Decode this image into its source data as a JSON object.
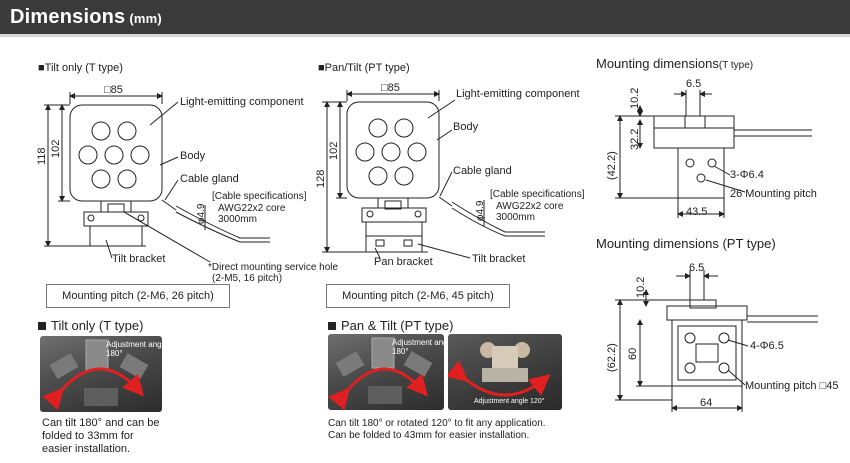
{
  "header": {
    "title": "Dimensions",
    "unit": "(mm)"
  },
  "left_diagram": {
    "title": "■Tilt only (T type)",
    "width_label": "□85",
    "height_outer": "118",
    "height_inner": "102",
    "light_label": "Light-emitting component",
    "body_label": "Body",
    "gland_label": "Cable gland",
    "cable_dia": "φ4.9",
    "cable_spec_title": "[Cable specifications]",
    "cable_spec_core": "AWG22x2 core",
    "cable_spec_len": "3000mm",
    "bracket_label": "Tilt bracket",
    "direct_note_1": "*Direct mounting service hole",
    "direct_note_2": "(2-M5, 16 pitch)",
    "pitch_box": "Mounting pitch (2-M6, 26 pitch)"
  },
  "mid_diagram": {
    "title": "■Pan/Tilt (PT type)",
    "width_label": "□85",
    "height_outer": "128",
    "height_inner": "102",
    "light_label": "Light-emitting component",
    "body_label": "Body",
    "gland_label": "Cable gland",
    "cable_dia": "φ4.9",
    "cable_spec_title": "[Cable specifications]",
    "cable_spec_core": "AWG22x2 core",
    "cable_spec_len": "3000mm",
    "pan_label": "Pan bracket",
    "tilt_label": "Tilt bracket",
    "pitch_box": "Mounting pitch (2-M6, 45 pitch)"
  },
  "mount_t": {
    "title": "Mounting dimensions",
    "title_type": "(T type)",
    "d_6_5": "6.5",
    "d_10_2": "10.2",
    "d_42_2": "(42.2)",
    "d_32_2": "32.2",
    "d_hole": "3-Φ6.4",
    "d_pitch": "26 Mounting pitch",
    "d_43_5": "43.5"
  },
  "mount_pt": {
    "title": "Mounting dimensions (PT type)",
    "d_6_5": "6.5",
    "d_10_2": "10.2",
    "d_62_2": "(62.2)",
    "d_60": "60",
    "d_hole": "4-Φ6.5",
    "d_pitch": "Mounting pitch □45",
    "d_64": "64"
  },
  "tilt_section": {
    "title": "Tilt only (T type)",
    "adj_label": "Adjustment angle",
    "adj_value": "180°",
    "caption": [
      "Can tilt 180° and can be",
      "folded to 33mm for",
      "easier installation."
    ]
  },
  "pan_section": {
    "title": "Pan & Tilt (PT type)",
    "adj_label": "Adjustment angle",
    "adj_value": "180°",
    "adj_label_2": "Adjustment angle 120°",
    "caption": [
      "Can tilt 180° or rotated 120° to fit any application.",
      "Can be folded to 43mm for easier installation."
    ]
  },
  "colors": {
    "header_bg": "#3a3a3a",
    "arrow_red": "#e02020",
    "line": "#222222"
  }
}
